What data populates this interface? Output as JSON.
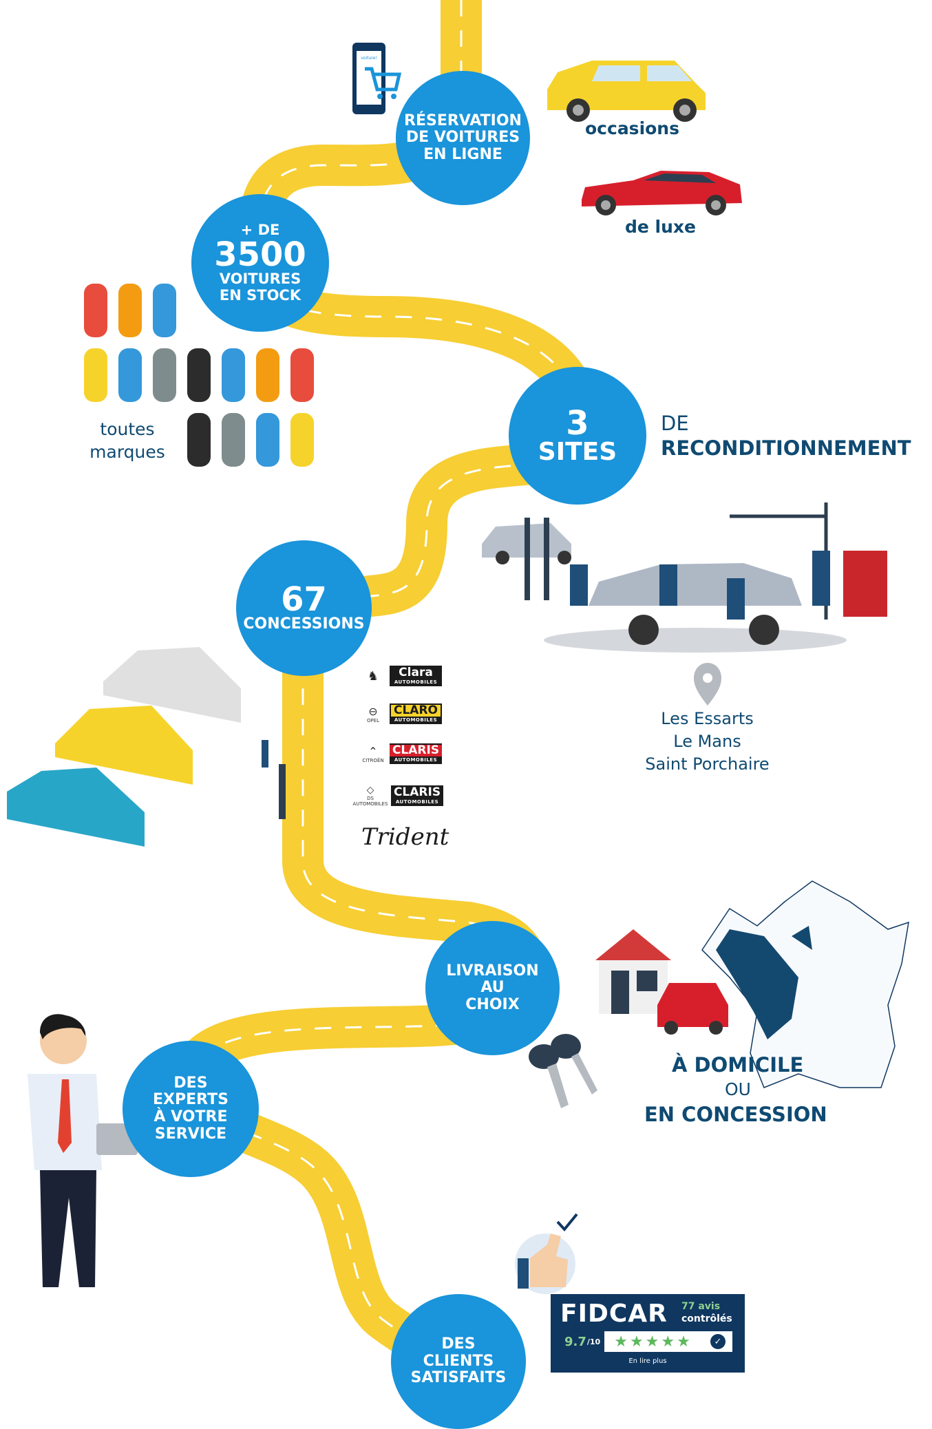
{
  "steps": {
    "reservation": {
      "l1": "RÉSERVATION",
      "l2": "DE VOITURES",
      "l3": "EN LIGNE"
    },
    "stock": {
      "l1": "+ DE",
      "num": "3500",
      "l3": "VOITURES",
      "l4": "EN STOCK"
    },
    "sites": {
      "num": "3",
      "l2": "SITES"
    },
    "concessions": {
      "num": "67",
      "l2": "CONCESSIONS"
    },
    "livraison": {
      "l1": "LIVRAISON",
      "l2": "AU",
      "l3": "CHOIX"
    },
    "experts": {
      "l1": "DES",
      "l2": "EXPERTS",
      "l3": "À VOTRE",
      "l4": "SERVICE"
    },
    "clients": {
      "l1": "DES",
      "l2": "CLIENTS",
      "l3": "SATISFAITS"
    }
  },
  "labels": {
    "phone_brand": "voiture!",
    "occasions": "occasions",
    "luxe": "de luxe",
    "marques_1": "toutes",
    "marques_2": "marques",
    "de": "DE",
    "reconditionnement": "RECONDITIONNEMENT",
    "locations": [
      "Les Essarts",
      "Le Mans",
      "Saint Porchaire"
    ],
    "domicile": "À DOMICILE",
    "ou": "OU",
    "en_concession": "EN CONCESSION"
  },
  "brands": [
    {
      "mark": "",
      "name": "Clara",
      "sub": "AUTOMOBILES"
    },
    {
      "mark": "OPEL",
      "name": "CLARO",
      "sub": "AUTOMOBILES"
    },
    {
      "mark": "CITROËN",
      "name": "CLARIS",
      "sub": "AUTOMOBILES"
    },
    {
      "mark": "DS AUTOMOBILES",
      "name": "CLARIS",
      "sub": "AUTOMOBILES"
    }
  ],
  "trident": "Trident",
  "fidcar": {
    "brand": "FIDCAR",
    "count": "77 avis",
    "controlled": "contrôlés",
    "score": "9.7",
    "scale": "/10",
    "stars": "★★★★★",
    "cta": "En lire plus"
  },
  "colors": {
    "accent": "#1a94da",
    "road": "#f7ce33",
    "text": "#0f4a72",
    "navy": "#0f3760"
  }
}
